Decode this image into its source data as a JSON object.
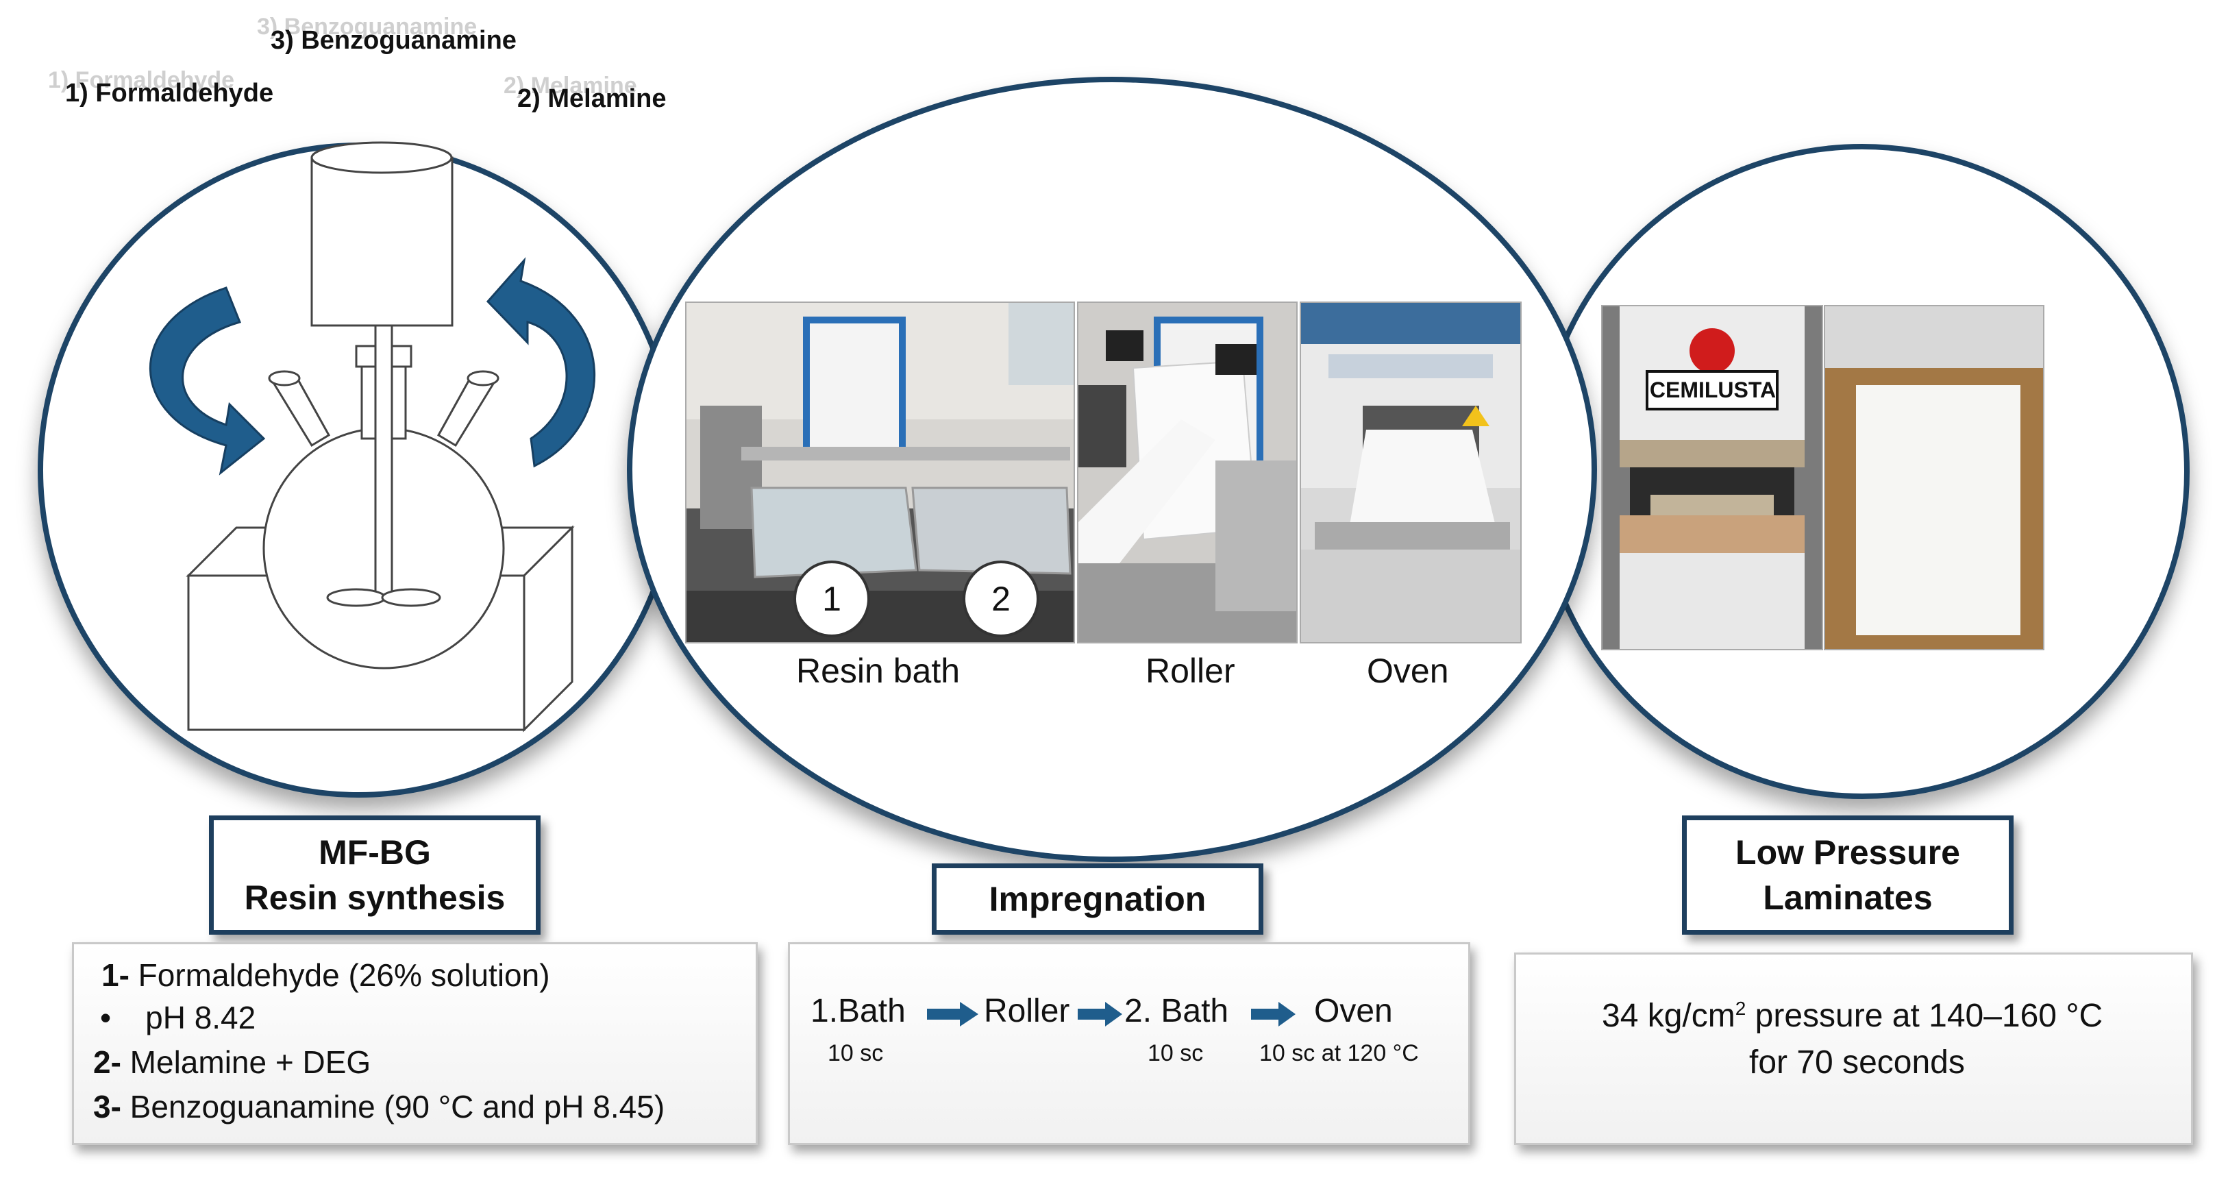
{
  "reagents": {
    "r1": "1) Formaldehyde",
    "r2": "2) Melamine",
    "r3": "3) Benzoguanamine"
  },
  "synthesis": {
    "title_line1": "MF-BG",
    "title_line2": "Resin synthesis",
    "steps": [
      {
        "num": "1-",
        "text": " Formaldehyde (26% solution)"
      },
      {
        "bullet": "•",
        "text": "pH 8.42"
      },
      {
        "num": "2-",
        "text": " Melamine + DEG"
      },
      {
        "num": "3-",
        "text": " Benzoguanamine (90 °C and pH 8.45)"
      }
    ]
  },
  "impregnation": {
    "title": "Impregnation",
    "photo_captions": [
      "Resin bath",
      "Roller",
      "Oven"
    ],
    "bath_numbers": [
      "1",
      "2"
    ],
    "flow": [
      {
        "label": "1.Bath",
        "sub": "10 sc"
      },
      {
        "label": "Roller",
        "sub": ""
      },
      {
        "label": "2. Bath",
        "sub": "10 sc"
      },
      {
        "label": "Oven",
        "sub": "10 sc at 120 °C"
      }
    ],
    "arrow_color": "#1f5d8c"
  },
  "laminates": {
    "title_line1": "Low Pressure",
    "title_line2": "Laminates",
    "press_brand": "CEMILUSTA",
    "detail_line1_a": "34 kg/cm",
    "detail_line1_sup": "2",
    "detail_line1_b": " pressure at 140–160 °C",
    "detail_line2": "for 70 seconds"
  },
  "colors": {
    "circle_border": "#1d4466",
    "rotation_arrow": "#1f5d8c",
    "box_border": "#1e3f5e"
  }
}
